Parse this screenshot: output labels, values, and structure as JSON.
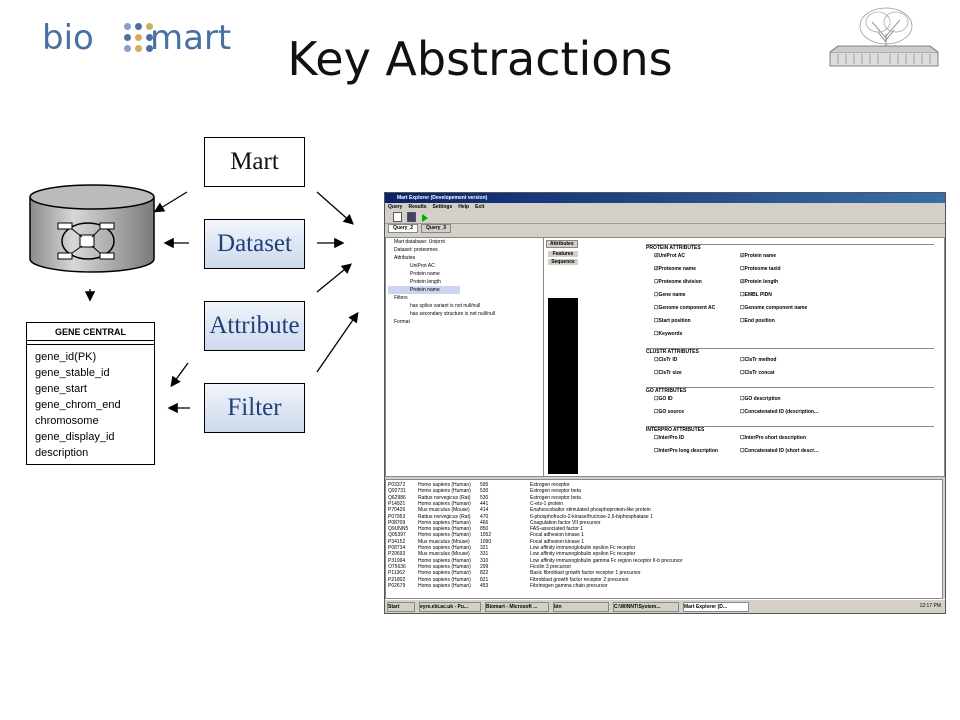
{
  "header": {
    "logo_left": "bio",
    "logo_right": "mart",
    "title": "Key Abstractions"
  },
  "concepts": [
    "Mart",
    "Dataset",
    "Attribute",
    "Filter"
  ],
  "table": {
    "name": "GENE CENTRAL",
    "fields": [
      "gene_id(PK)",
      "gene_stable_id",
      "gene_start",
      "gene_chrom_end",
      "chromosome",
      "gene_display_id",
      "description"
    ]
  },
  "screenshot": {
    "window_title": "Mart Explorer (Developement version)",
    "menu": [
      "Query",
      "Results",
      "Settings",
      "Help",
      "Exit"
    ],
    "query_tabs": [
      "Query_2",
      "Query_3"
    ],
    "tree": [
      "Mart database: Uniprot",
      "Dataset: proteomes",
      "Attributes",
      "UniProt AC",
      "Protein name",
      "Protein length",
      "Protein name",
      "Filters",
      "has splice variant is not null/null",
      "has secondary structure is not null/null",
      "Format"
    ],
    "panel_tab": "Attributes",
    "side_tabs": [
      "Features",
      "Sequence"
    ],
    "groups": [
      {
        "title": "PROTEIN ATTRIBUTES",
        "items": [
          [
            "UniProt AC",
            true
          ],
          [
            "Protein name",
            true
          ],
          [
            "Proteome name",
            true
          ],
          [
            "Proteome taxid",
            false
          ],
          [
            "Proteome division",
            false
          ],
          [
            "Protein length",
            true
          ],
          [
            "Gene name",
            false
          ],
          [
            "EMBL PIDN",
            false
          ],
          [
            "Genome component AC",
            false
          ],
          [
            "Genome component name",
            false
          ],
          [
            "Start position",
            false
          ],
          [
            "End position",
            false
          ],
          [
            "Keywords",
            false
          ]
        ]
      },
      {
        "title": "CLUSTR ATTRIBUTES",
        "items": [
          [
            "ClsTr ID",
            false
          ],
          [
            "ClsTr method",
            false
          ],
          [
            "ClsTr size",
            false
          ],
          [
            "ClsTr concat",
            false
          ]
        ]
      },
      {
        "title": "GO ATTRIBUTES",
        "items": [
          [
            "GO ID",
            false
          ],
          [
            "GO description",
            false
          ],
          [
            "GO source",
            false
          ],
          [
            "Concatenated ID (description...",
            false
          ]
        ]
      },
      {
        "title": "INTERPRO ATTRIBUTES",
        "items": [
          [
            "InterPro ID",
            false
          ],
          [
            "InterPro short description",
            false
          ],
          [
            "InterPro long description",
            false
          ],
          [
            "Concatenated ID (short descr...",
            false
          ]
        ]
      }
    ],
    "results": [
      [
        "P03372",
        "Homo sapiens (Human)",
        "595",
        "Estrogen receptor"
      ],
      [
        "Q92731",
        "Homo sapiens (Human)",
        "530",
        "Estrogen receptor beta"
      ],
      [
        "Q62986",
        "Rattus norvegicus (Rat)",
        "530",
        "Estrogen receptor beta"
      ],
      [
        "P14921",
        "Homo sapiens (Human)",
        "441",
        "C-ets-1 protein"
      ],
      [
        "P70426",
        "Mus musculus (Mouse)",
        "414",
        "Enahsocobaltor stimulated phosphoprotein-like protein"
      ],
      [
        "P07953",
        "Rattus norvegicus (Rat)",
        "470",
        "6-phosphofructo-2-kinase/fructose-2,6-biphosphatase 1"
      ],
      [
        "P08709",
        "Homo sapiens (Human)",
        "466",
        "Coagulation factor VII precursor"
      ],
      [
        "Q9UNN5",
        "Homo sapiens (Human)",
        "850",
        "FAS-associated factor 1"
      ],
      [
        "Q05397",
        "Homo sapiens (Human)",
        "1052",
        "Focal adhesion kinase 1"
      ],
      [
        "P34152",
        "Mus musculus (Mouse)",
        "1090",
        "Focal adhesion kinase 1"
      ],
      [
        "P08734",
        "Homo sapiens (Human)",
        "321",
        "Low affinity immunoglobulin epsilon Fc receptor"
      ],
      [
        "P20693",
        "Mus musculus (Mouse)",
        "331",
        "Low affinity immunoglobulin epsilon Fc receptor"
      ],
      [
        "P31994",
        "Homo sapiens (Human)",
        "310",
        "Low affinity immunoglobulin gamma Fc region receptor II-b precursor"
      ],
      [
        "O75636",
        "Homo sapiens (Human)",
        "299",
        "Ficolin 3 precursor"
      ],
      [
        "P11362",
        "Homo sapiens (Human)",
        "822",
        "Basic fibroblast growth factor receptor 1 precursor"
      ],
      [
        "P21802",
        "Homo sapiens (Human)",
        "821",
        "Fibroblast growth factor receptor 2 precursor"
      ],
      [
        "P02679",
        "Homo sapiens (Human)",
        "453",
        "Fibrinogen gamma chain precursor"
      ]
    ],
    "taskbar": [
      "Start",
      "eyre.ebi.ac.uk - Pu...",
      "Biomart - Microsoft ...",
      "bin",
      "C:\\WINNT\\System...",
      "Mart Explorer (D..."
    ],
    "clock": "12:17 PM"
  },
  "colors": {
    "logo": "#4a6fa3",
    "concept_text": "#1f3f7a"
  }
}
